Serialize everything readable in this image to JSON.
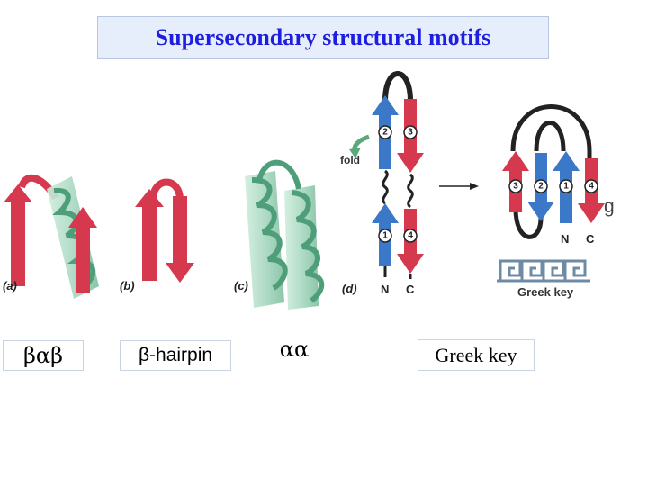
{
  "title": "Supersecondary structural motifs",
  "panel_labels": {
    "a": "(a)",
    "b": "(b)",
    "c": "(c)",
    "d": "(d)"
  },
  "fold_label": "fold",
  "termini": {
    "n": "N",
    "c": "C"
  },
  "strand_numbers": [
    "1",
    "2",
    "3",
    "4"
  ],
  "greek_key_caption_in_figure": "Greek key",
  "stray_text": "g",
  "captions": {
    "bab": "βαβ",
    "hairpin": "β-hairpin",
    "aa": "αα",
    "greek_key": "Greek key"
  },
  "colors": {
    "title_text": "#1e1ee0",
    "title_bg": "#e6eefb",
    "strand_red": "#d6384e",
    "strand_blue": "#3b78c8",
    "helix_green": "#4e9e7a",
    "cylinder": "#a9d8c1",
    "fold_arrow": "#5aa87c"
  }
}
